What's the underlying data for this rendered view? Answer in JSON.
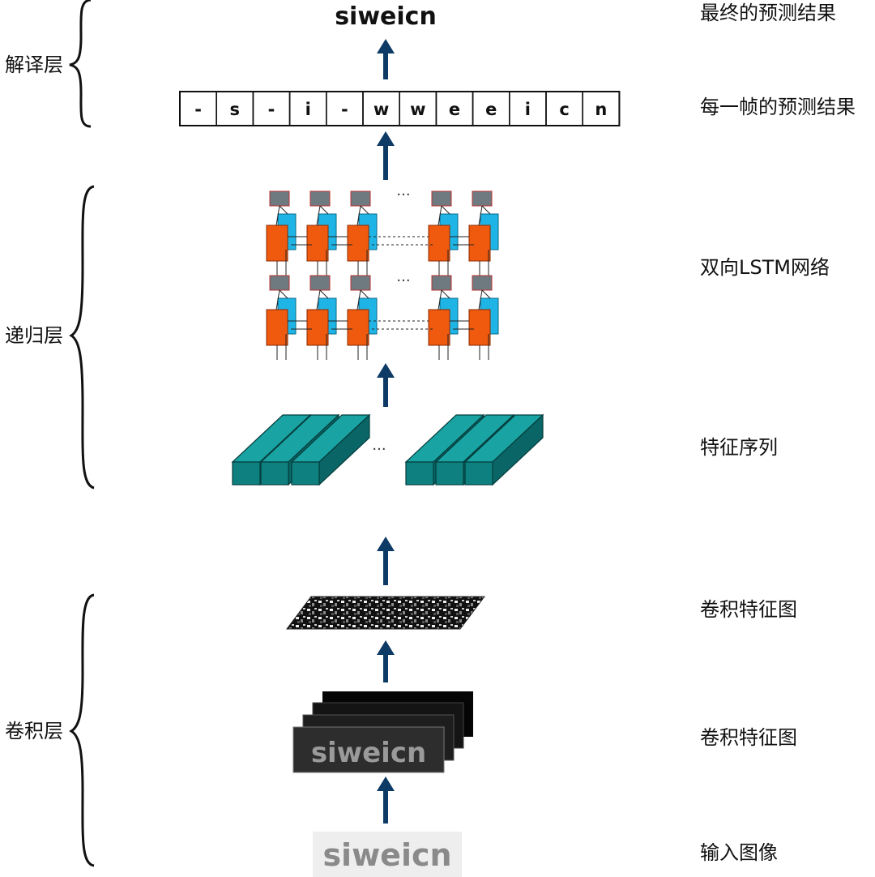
{
  "final_prediction": "siweicn",
  "frame_predictions": [
    "-",
    "s",
    "-",
    "i",
    "-",
    "w",
    "w",
    "e",
    "e",
    "i",
    "c",
    "n"
  ],
  "input_text": "siweicn",
  "conv_sheet_text": "siweicn",
  "ellipsis": "···",
  "layers": {
    "transcription": "解译层",
    "recurrent": "递归层",
    "convolution": "卷积层"
  },
  "descriptions": {
    "final_result": "最终的预测结果",
    "frame_result": "每一帧的预测结果",
    "bilstm": "双向LSTM网络",
    "feature_sequence": "特征序列",
    "conv_feature_map_1": "卷积特征图",
    "conv_feature_map_2": "卷积特征图",
    "input_image": "输入图像"
  },
  "colors": {
    "arrow": "#0e3a66",
    "lstm_forward": "#f05a0f",
    "lstm_backward": "#1eb4e6",
    "lstm_output": "#6f7a80",
    "feature_block": "#0e8080"
  }
}
